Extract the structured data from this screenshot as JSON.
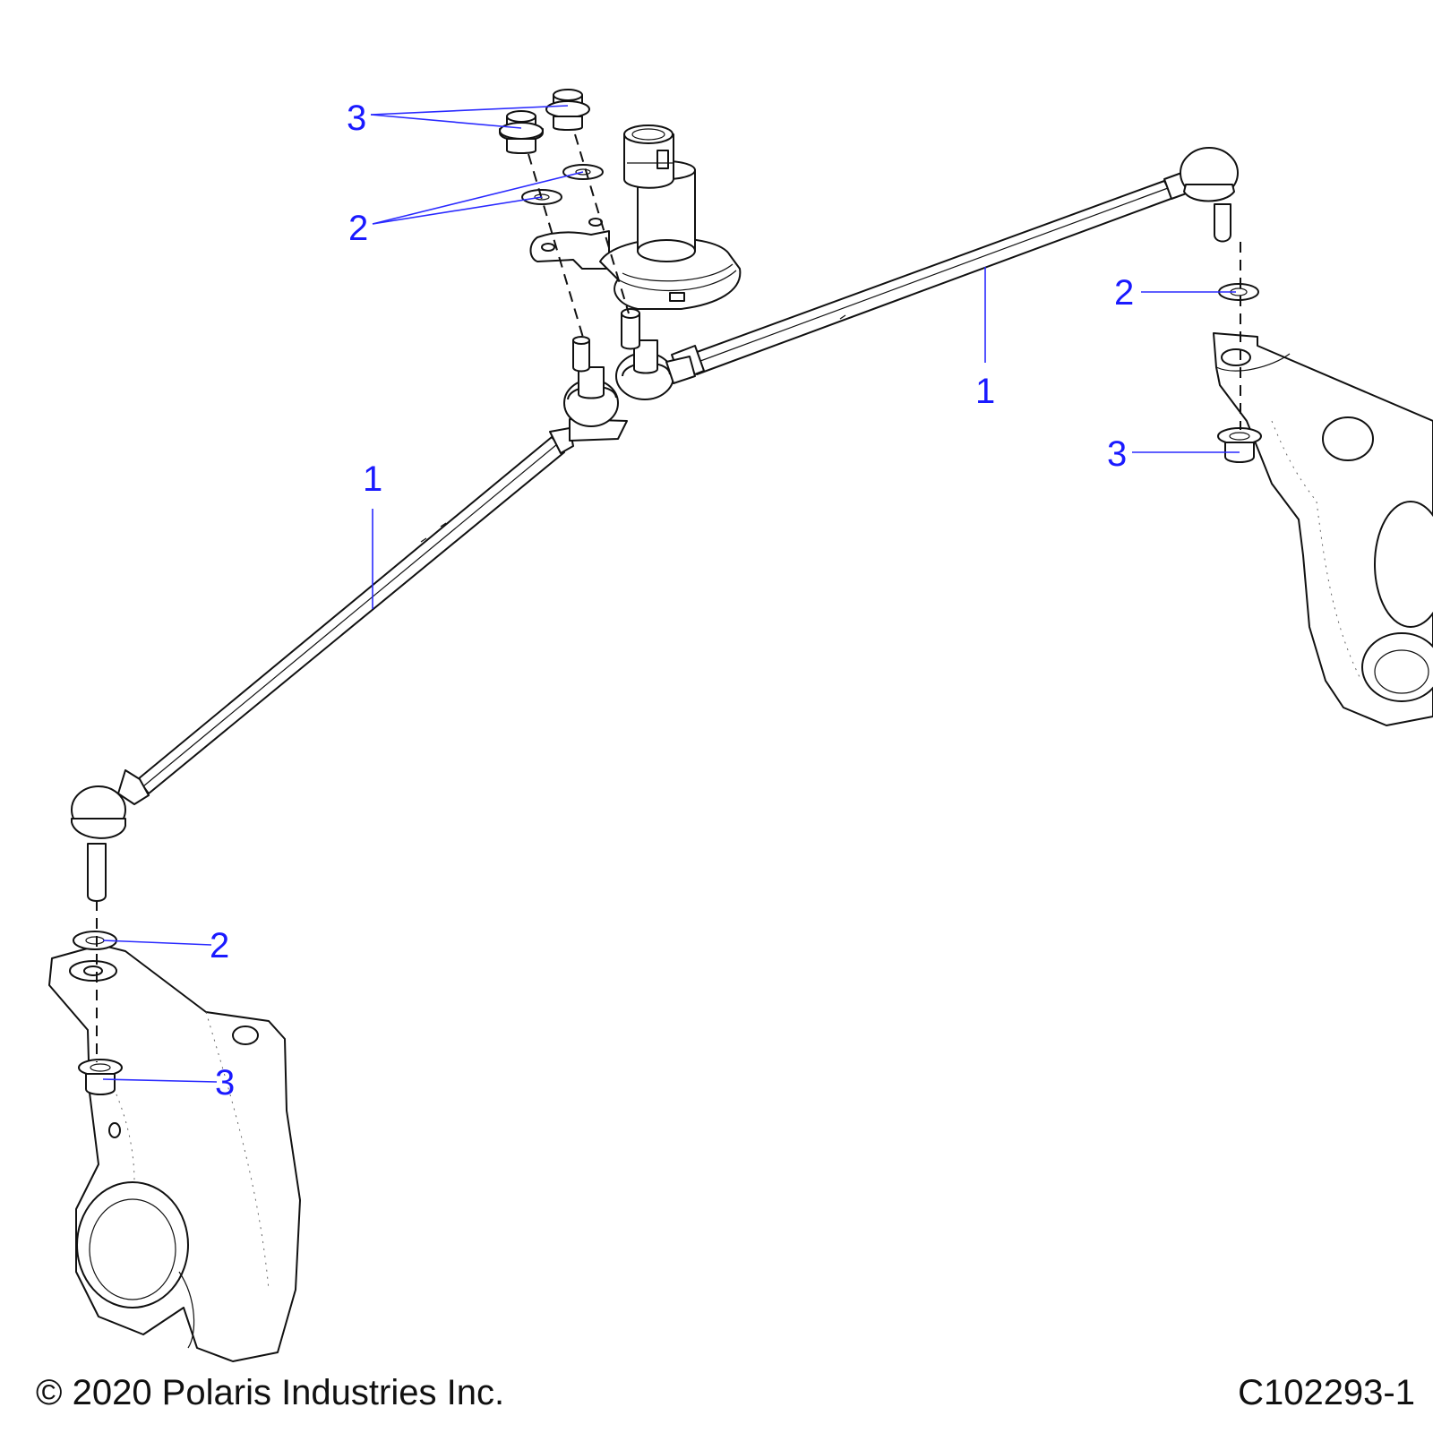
{
  "callouts": [
    {
      "id": "tie-rod-left",
      "label": "1"
    },
    {
      "id": "tie-rod-right",
      "label": "1"
    },
    {
      "id": "washer-top",
      "label": "2"
    },
    {
      "id": "washer-right",
      "label": "2"
    },
    {
      "id": "washer-left",
      "label": "2"
    },
    {
      "id": "nut-top",
      "label": "3"
    },
    {
      "id": "nut-right",
      "label": "3"
    },
    {
      "id": "nut-left",
      "label": "3"
    }
  ],
  "footer": {
    "copyright": "© 2020 Polaris Industries Inc.",
    "figure_id": "C102293-1"
  },
  "colors": {
    "callout": "#1a1aff",
    "line_art": "#111111",
    "background": "#ffffff"
  }
}
